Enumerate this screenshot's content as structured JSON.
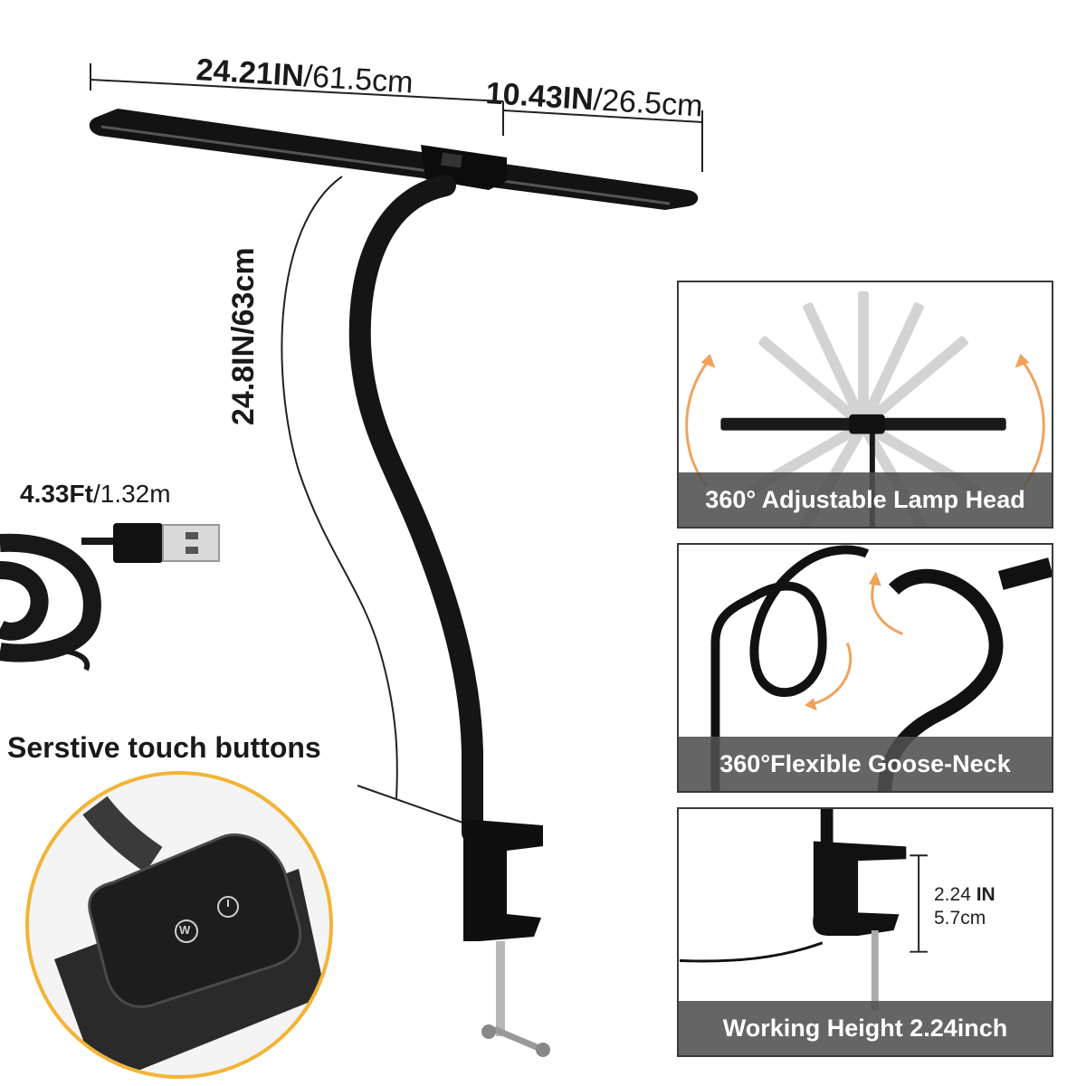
{
  "dimensions": {
    "width_bold": "24.21IN",
    "width_metric": "/61.5cm",
    "half_bold": "10.43IN",
    "half_metric": "/26.5cm",
    "height_bold": "24.8IN",
    "height_metric": "/63cm",
    "cable_bold": "4.33Ft",
    "cable_metric": "/1.32m"
  },
  "touch_label": "Serstive touch buttons",
  "panels": [
    {
      "caption": "360° Adjustable Lamp Head"
    },
    {
      "caption": "360°Flexible Goose-Neck"
    },
    {
      "caption": "Working Height 2.24inch"
    }
  ],
  "clamp": {
    "imperial_num": "2.24",
    "imperial_unit": "IN",
    "metric": "5.7cm"
  },
  "buttons": {
    "left_letter": "W"
  },
  "colors": {
    "lamp": "#121212",
    "arrow": "#f0a25a",
    "caption_bg": "#505050",
    "touch_ring": "#f2b437"
  }
}
